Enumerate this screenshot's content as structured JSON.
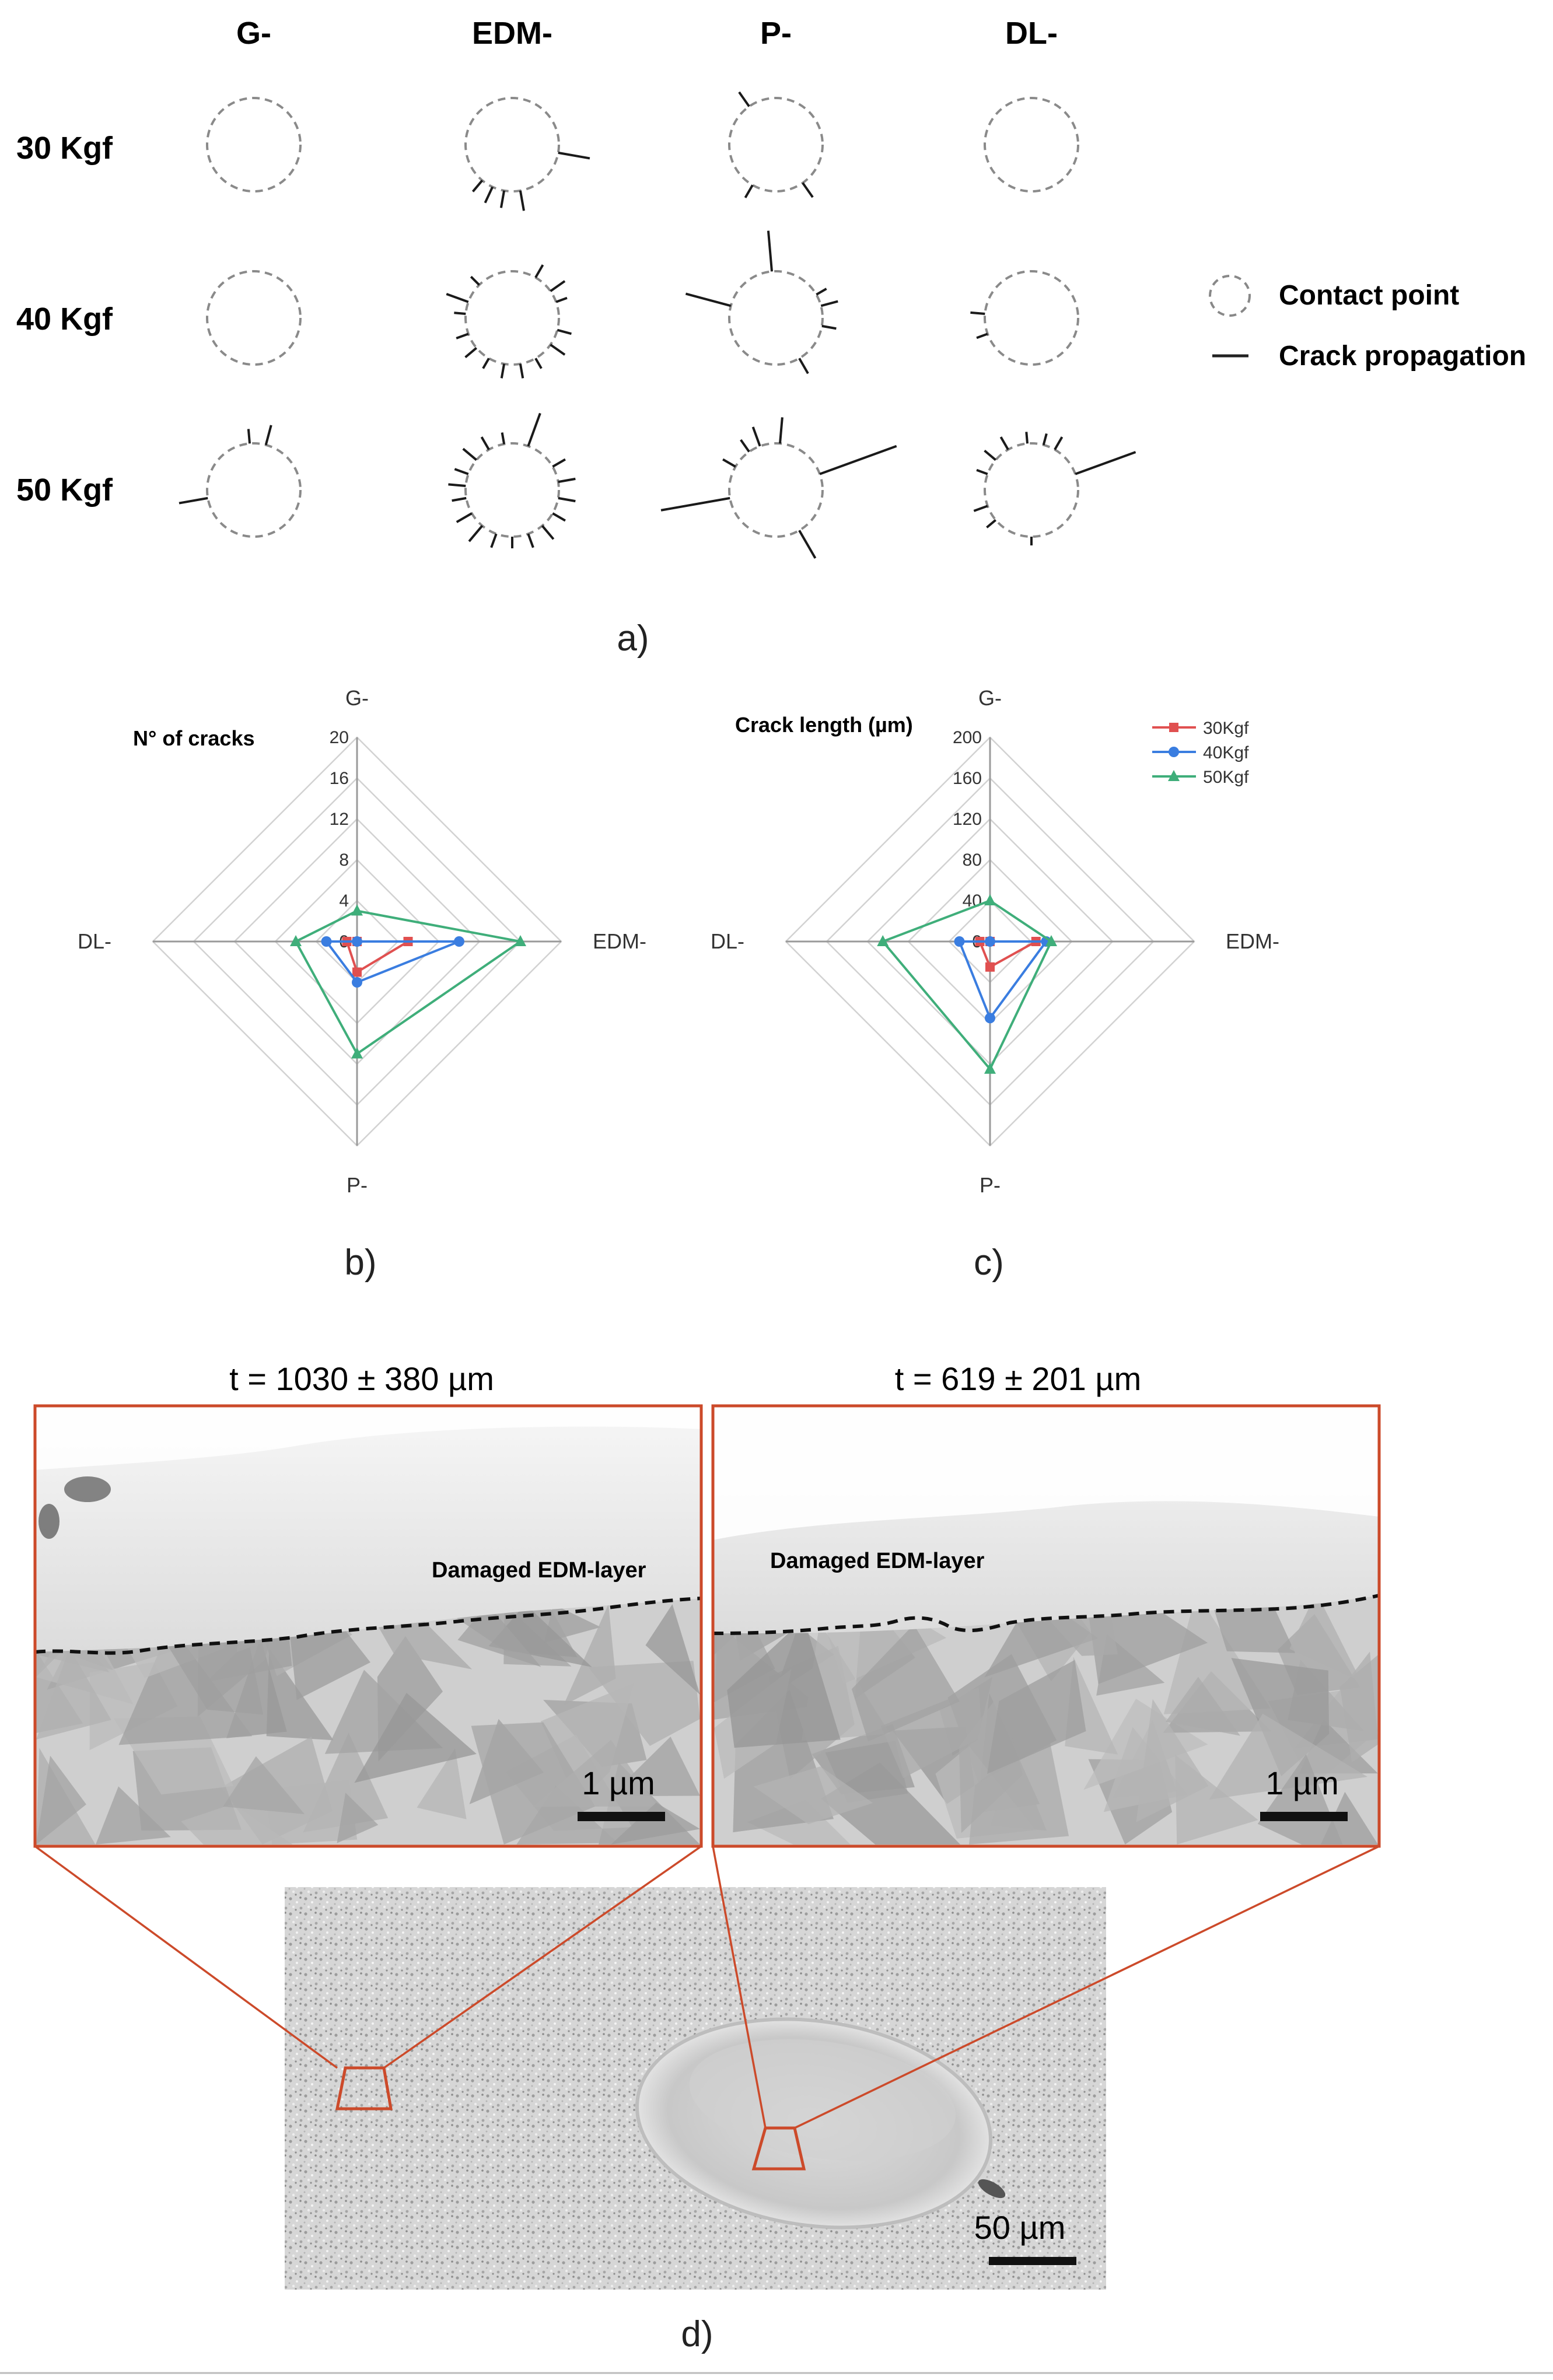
{
  "panel_a": {
    "column_headers": [
      "G-",
      "EDM-",
      "P-",
      "DL-"
    ],
    "row_labels": [
      "30 Kgf",
      "40 Kgf",
      "50 Kgf"
    ],
    "legend": {
      "contact_point": "Contact point",
      "crack_propagation": "Crack propagation"
    },
    "label": "a)"
  },
  "panel_labels": {
    "b": "b)",
    "c": "c)",
    "d": "d)"
  },
  "chart_data": [
    {
      "type": "radar",
      "title": "N° of cracks",
      "axes": [
        "G-",
        "EDM-",
        "P-",
        "DL-"
      ],
      "ticks": [
        "0",
        "4",
        "8",
        "12",
        "16",
        "20"
      ],
      "range": [
        0,
        20
      ],
      "legend_position": "none",
      "series": [
        {
          "name": "30Kgf",
          "color": "#e05050",
          "marker": "square",
          "values": [
            0,
            5,
            3,
            1
          ]
        },
        {
          "name": "40Kgf",
          "color": "#3a7de0",
          "marker": "circle",
          "values": [
            0,
            10,
            4,
            3
          ]
        },
        {
          "name": "50Kgf",
          "color": "#3fae7a",
          "marker": "triangle",
          "values": [
            3,
            16,
            11,
            6
          ]
        }
      ]
    },
    {
      "type": "radar",
      "title": "Crack length (µm)",
      "axes": [
        "G-",
        "EDM-",
        "P-",
        "DL-"
      ],
      "ticks": [
        "0",
        "40",
        "80",
        "120",
        "160",
        "200"
      ],
      "range": [
        0,
        200
      ],
      "legend_position": "top-right",
      "series": [
        {
          "name": "30Kgf",
          "color": "#e05050",
          "marker": "square",
          "values": [
            0,
            45,
            25,
            10
          ]
        },
        {
          "name": "40Kgf",
          "color": "#3a7de0",
          "marker": "circle",
          "values": [
            0,
            55,
            75,
            30
          ]
        },
        {
          "name": "50Kgf",
          "color": "#3fae7a",
          "marker": "triangle",
          "values": [
            40,
            60,
            125,
            105
          ]
        }
      ]
    }
  ],
  "panel_d": {
    "left_title": "t = 1030 ± 380 µm",
    "right_title": "t = 619 ± 201 µm",
    "left_layer_label": "Damaged EDM-layer",
    "right_layer_label": "Damaged EDM-layer",
    "left_scale": "1 µm",
    "right_scale": "1 µm",
    "overview_scale": "50 µm",
    "frame_color": "#cc4a2a"
  }
}
